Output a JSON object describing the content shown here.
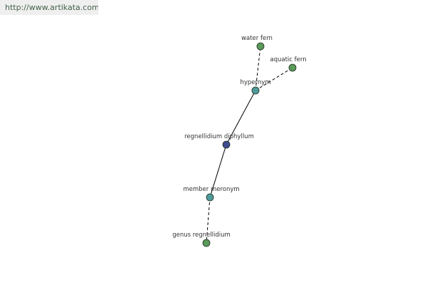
{
  "site": {
    "url_text": "http://www.artikata.com"
  },
  "colors": {
    "leaf": "#5a9a5a",
    "relation": "#4f9a9a",
    "center": "#3f4b8f",
    "edge": "#000000",
    "node_stroke": "#1f2f1f"
  },
  "graph": {
    "nodes": [
      {
        "id": "water-fern",
        "label": "water fern",
        "kind": "leaf"
      },
      {
        "id": "aquatic-fern",
        "label": "aquatic fern",
        "kind": "leaf"
      },
      {
        "id": "hypernym",
        "label": "hypernym",
        "kind": "relation"
      },
      {
        "id": "regnellidium-diphyllum",
        "label": "regnellidium diphyllum",
        "kind": "center"
      },
      {
        "id": "member-meronym",
        "label": "member meronym",
        "kind": "relation"
      },
      {
        "id": "genus-regnellidium",
        "label": "genus regnellidium",
        "kind": "leaf"
      }
    ],
    "edges": [
      {
        "from": "hypernym",
        "to": "water-fern",
        "style": "dashed"
      },
      {
        "from": "hypernym",
        "to": "aquatic-fern",
        "style": "dashed"
      },
      {
        "from": "regnellidium-diphyllum",
        "to": "hypernym",
        "style": "solid"
      },
      {
        "from": "regnellidium-diphyllum",
        "to": "member-meronym",
        "style": "solid"
      },
      {
        "from": "member-meronym",
        "to": "genus-regnellidium",
        "style": "dashed"
      }
    ]
  }
}
